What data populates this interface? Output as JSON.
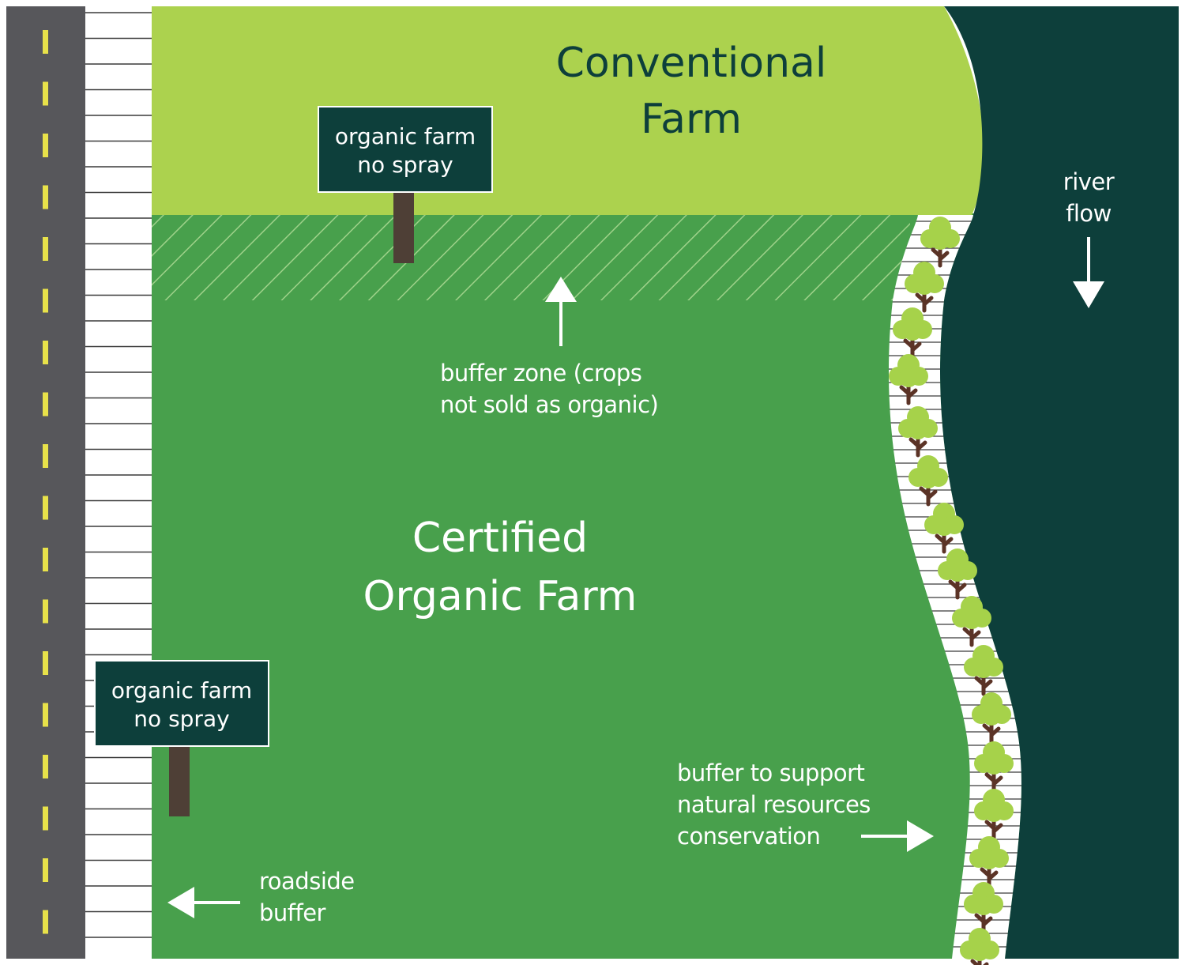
{
  "colors": {
    "road": "#57575b",
    "road_dash": "#e8e24a",
    "conventional": "#acd24e",
    "organic": "#48a04c",
    "river": "#0d3f3b",
    "sign_bg": "#0d3f3b",
    "post": "#4e3f36",
    "tree_canopy": "#a6d24a",
    "tree_trunk": "#5b3326"
  },
  "conventional_farm": {
    "line1": "Conventional",
    "line2": "Farm"
  },
  "organic_farm": {
    "line1": "Certified",
    "line2": "Organic Farm"
  },
  "sign_top": {
    "line1": "organic farm",
    "line2": "no spray"
  },
  "sign_bottom": {
    "line1": "organic farm",
    "line2": "no spray"
  },
  "buffer_zone_label": {
    "line1": "buffer zone (crops",
    "line2": "not sold as organic)"
  },
  "river_label": {
    "line1": "river",
    "line2": "flow"
  },
  "conservation_label": {
    "line1": "buffer to support",
    "line2": "natural resources",
    "line3": "conservation"
  },
  "roadside_label": {
    "line1": "roadside",
    "line2": "buffer"
  }
}
